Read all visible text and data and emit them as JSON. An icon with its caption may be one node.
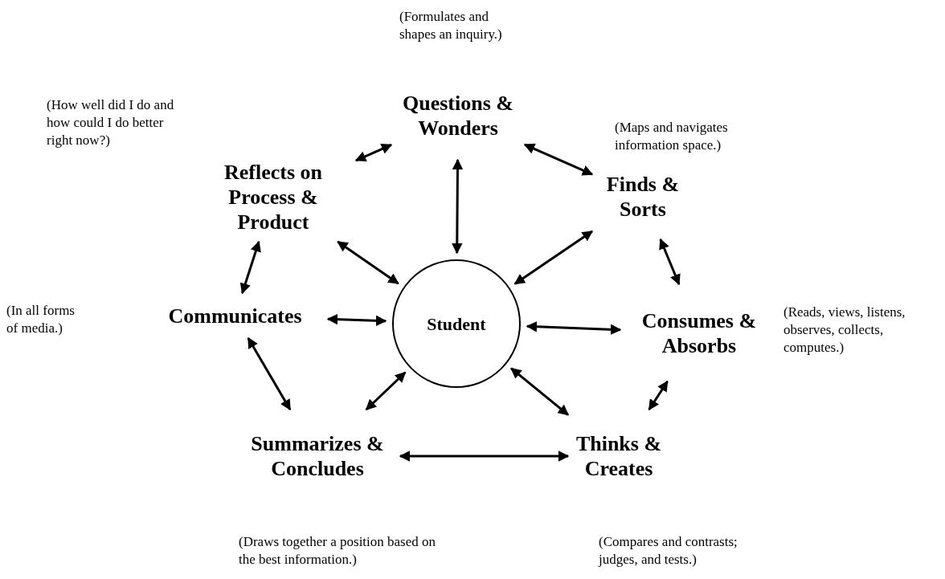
{
  "diagram": {
    "nodes": [
      {
        "text": [
          "Questions & Wonders"
        ]
      },
      {
        "text": [
          "Reflects on Process & Product"
        ]
      },
      {
        "text": [
          "Finds & Sorts"
        ]
      },
      {
        "text": [
          "Communicates"
        ]
      },
      {
        "text": [
          "Student"
        ]
      },
      {
        "text": [
          "Consumes & Absorbs"
        ]
      },
      {
        "text": [
          "Summarizes & Concludes"
        ]
      },
      {
        "text": [
          "Thinks & Creates"
        ]
      }
    ],
    "edges": [
      {
        "from": 4,
        "to": 0,
        "arrow": "both"
      },
      {
        "from": 4,
        "to": 2,
        "arrow": "both"
      },
      {
        "from": 4,
        "to": 5,
        "arrow": "both"
      },
      {
        "from": 4,
        "to": 7,
        "arrow": "both"
      },
      {
        "from": 4,
        "to": 6,
        "arrow": "both"
      },
      {
        "from": 4,
        "to": 3,
        "arrow": "both"
      },
      {
        "from": 4,
        "to": 1,
        "arrow": "both"
      },
      {
        "from": 0,
        "to": 2,
        "arrow": "both"
      },
      {
        "from": 2,
        "to": 5,
        "arrow": "both"
      },
      {
        "from": 5,
        "to": 7,
        "arrow": "both"
      },
      {
        "from": 7,
        "to": 6,
        "arrow": "both"
      },
      {
        "from": 6,
        "to": 3,
        "arrow": "both"
      },
      {
        "from": 3,
        "to": 1,
        "arrow": "both"
      },
      {
        "from": 1,
        "to": 0,
        "arrow": "both"
      }
    ],
    "labels": [
      "(Formulates and shapes an inquiry.)",
      "(How well did I do and how could I do better right now?)",
      "(Maps and navigates information space.)",
      "(In all forms of media.)",
      "(Reads, views, listens, observes, collects, computes.)",
      "(Draws together a position based on the best information.)",
      "(Compares and contrasts; judges, and tests.)"
    ]
  }
}
